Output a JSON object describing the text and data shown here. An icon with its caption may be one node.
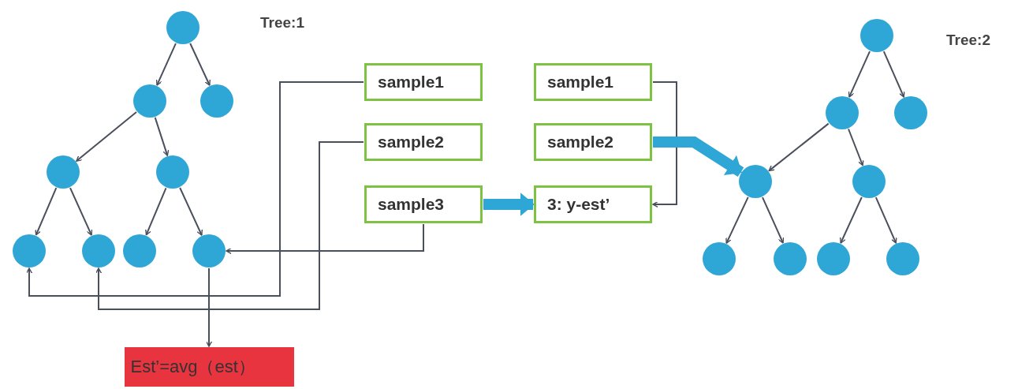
{
  "diagram": {
    "nodes": [
      {
        "text": [],
        "shape": "circle"
      },
      {
        "text": [],
        "shape": "circle"
      },
      {
        "text": [],
        "shape": "circle"
      },
      {
        "text": [],
        "shape": "circle"
      },
      {
        "text": [],
        "shape": "circle"
      },
      {
        "text": [],
        "shape": "circle"
      },
      {
        "text": [],
        "shape": "circle"
      },
      {
        "text": [],
        "shape": "circle"
      },
      {
        "text": [],
        "shape": "circle"
      },
      {
        "text": [
          "sample1"
        ]
      },
      {
        "text": [
          "sample2"
        ]
      },
      {
        "text": [
          "sample3"
        ]
      },
      {
        "text": [
          "sample1"
        ]
      },
      {
        "text": [
          "sample2"
        ]
      },
      {
        "text": [
          "3: y-est’"
        ]
      },
      {
        "text": [],
        "shape": "circle"
      },
      {
        "text": [],
        "shape": "circle"
      },
      {
        "text": [],
        "shape": "circle"
      },
      {
        "text": [],
        "shape": "circle"
      },
      {
        "text": [],
        "shape": "circle"
      },
      {
        "text": [],
        "shape": "circle"
      },
      {
        "text": [],
        "shape": "circle"
      },
      {
        "text": [],
        "shape": "circle"
      },
      {
        "text": [],
        "shape": "circle"
      },
      {
        "text": [
          "Est’=avg（est）"
        ]
      }
    ],
    "edges": [
      {
        "from": 0,
        "to": 1,
        "arrow": "to"
      },
      {
        "from": 0,
        "to": 2,
        "arrow": "to"
      },
      {
        "from": 1,
        "to": 3,
        "arrow": "to"
      },
      {
        "from": 1,
        "to": 4,
        "arrow": "to"
      },
      {
        "from": 3,
        "to": 5,
        "arrow": "to"
      },
      {
        "from": 3,
        "to": 6,
        "arrow": "to"
      },
      {
        "from": 4,
        "to": 7,
        "arrow": "to"
      },
      {
        "from": 4,
        "to": 8,
        "arrow": "to"
      },
      {
        "from": 9,
        "to": 5,
        "arrow": "to"
      },
      {
        "from": 10,
        "to": 6,
        "arrow": "to"
      },
      {
        "from": 11,
        "to": 8,
        "arrow": "to"
      },
      {
        "from": 8,
        "to": 24,
        "arrow": "to"
      },
      {
        "from": 11,
        "to": 14,
        "arrow": "to",
        "style": "thick",
        "color": "#2ea6d6"
      },
      {
        "from": 12,
        "to": 14,
        "arrow": "to"
      },
      {
        "from": 13,
        "to": 18,
        "arrow": "to",
        "style": "thick",
        "color": "#2ea6d6"
      },
      {
        "from": 15,
        "to": 16,
        "arrow": "to"
      },
      {
        "from": 15,
        "to": 17,
        "arrow": "to"
      },
      {
        "from": 16,
        "to": 18,
        "arrow": "to"
      },
      {
        "from": 16,
        "to": 19,
        "arrow": "to"
      },
      {
        "from": 18,
        "to": 20,
        "arrow": "to"
      },
      {
        "from": 18,
        "to": 21,
        "arrow": "to"
      },
      {
        "from": 19,
        "to": 22,
        "arrow": "to"
      },
      {
        "from": 19,
        "to": 23,
        "arrow": "to"
      }
    ],
    "labels": [
      "Tree:1",
      "Tree:2"
    ]
  }
}
